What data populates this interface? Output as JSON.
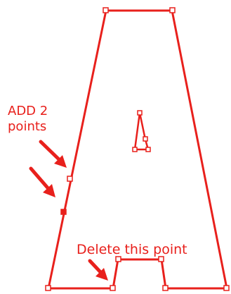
{
  "annotations": {
    "add_label_line1": "ADD 2",
    "add_label_line2": "points",
    "delete_label": "Delete this point"
  },
  "colors": {
    "outline": "#e8201c",
    "anchor_fill": "#ffffff",
    "selected_anchor_fill": "#e8201c",
    "arrow": "#e8201c"
  },
  "icons": [
    "anchor-point-icon",
    "selected-anchor-point-icon",
    "arrow-icon"
  ]
}
